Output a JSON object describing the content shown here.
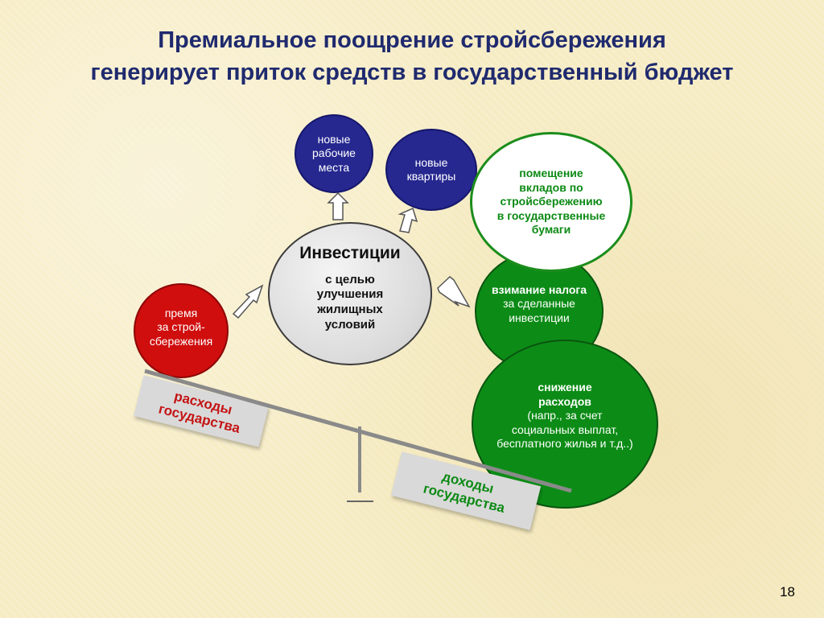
{
  "title": {
    "line1": "Премиальное поощрение стройсбережения",
    "line2": "генерирует приток средств в государственный бюджет"
  },
  "nodes": {
    "jobs": {
      "l1": "новые",
      "l2": "рабочие",
      "l3": "места"
    },
    "flats": {
      "l1": "новые",
      "l2": "квартиры"
    },
    "deposits": {
      "l1": "помещение",
      "l2": "вкладов по",
      "l3": "стройсбережению",
      "l4": "в государственные",
      "l5": "бумаги"
    },
    "investments": {
      "head": "Инвестиции",
      "l1": "с целью",
      "l2": "улучшения",
      "l3": "жилищных",
      "l4": "условий"
    },
    "premium": {
      "l1": "премя",
      "l2": "за строй-",
      "l3": "сбережения"
    },
    "tax": {
      "l1": "взимание налога",
      "l2": "за сделанные",
      "l3": "инвестиции"
    },
    "reduction": {
      "l1": "снижение",
      "l2": "расходов",
      "l3": "(напр., за счет",
      "l4": "социальных выплат,",
      "l5": "бесплатного жилья и т.д..)"
    }
  },
  "tags": {
    "expenses": {
      "l1": "расходы",
      "l2": "государства"
    },
    "revenues": {
      "l1": "доходы",
      "l2": "государства"
    }
  },
  "page_number": "18",
  "colors": {
    "title": "#1f2a6e",
    "blue": "#262890",
    "red": "#d00e0e",
    "green": "#0c8c16",
    "deposits_text": "#0c8a14",
    "expenses_text": "#c41414",
    "revenues_text": "#0c8a14"
  }
}
